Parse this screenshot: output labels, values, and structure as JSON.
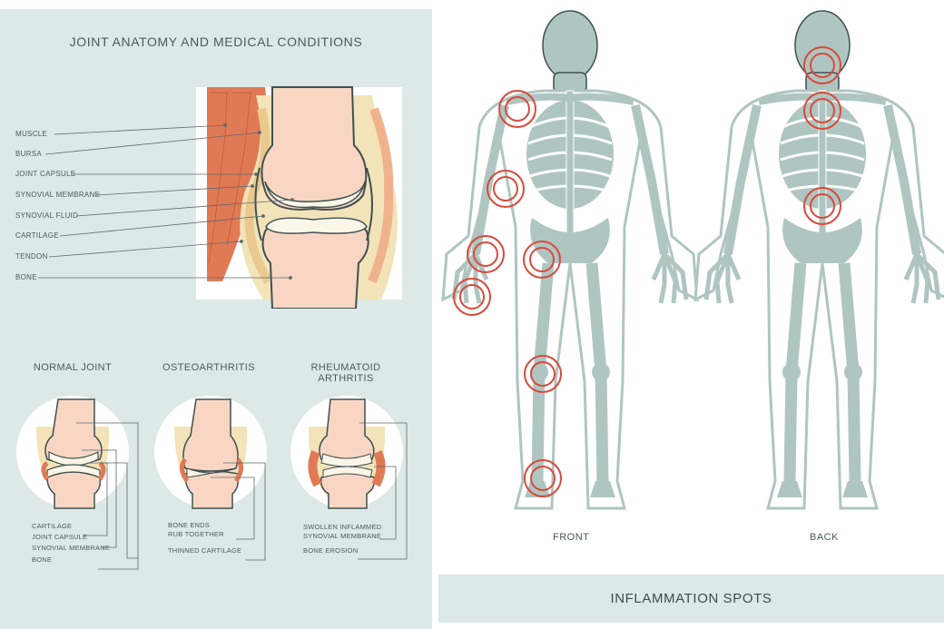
{
  "title": "JOINT ANATOMY AND MEDICAL CONDITIONS",
  "anatomy_labels": [
    "MUSCLE",
    "BURSA",
    "JOINT CAPSULE",
    "SYNOVIAL MEMBRANE",
    "SYNOVIAL FLUID",
    "CARTILAGE",
    "TENDON",
    "BONE"
  ],
  "conditions": {
    "normal": {
      "title": "NORMAL JOINT",
      "labels": [
        "CARTILAGE",
        "JOINT CAPSULE",
        "SYNOVIAL MEMBRANE",
        "BONE"
      ]
    },
    "osteo": {
      "title": "OSTEOARTHRITIS",
      "labels": [
        "BONE ENDS\nRUB TOGETHER",
        "THINNED CARTILAGE"
      ]
    },
    "rheum": {
      "title": "RHEUMATOID\nARTHRITIS",
      "labels": [
        "SWOLLEN INFLAMMED\nSYNOVIAL MEMBRANE",
        "BONE EROSION"
      ]
    }
  },
  "views": {
    "front": "FRONT",
    "back": "BACK"
  },
  "banner": "INFLAMMATION SPOTS",
  "colors": {
    "panel": "#dde9e6",
    "bone": "#afc5c1",
    "outline": "#3f5052",
    "muscle": "#e07a55",
    "cartilage": "#fbf6e8",
    "inflammation": "#d84a3a"
  }
}
